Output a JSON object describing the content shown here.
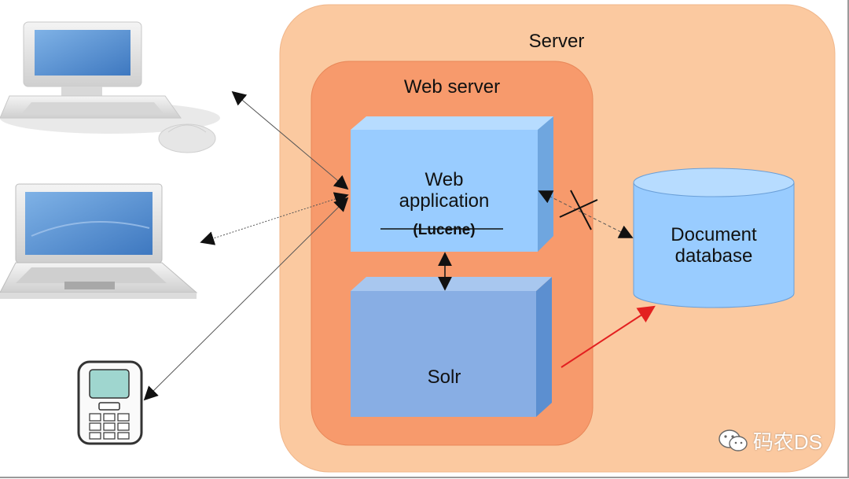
{
  "diagram": {
    "server_label": "Server",
    "web_server_label": "Web server",
    "web_app_line1": "Web",
    "web_app_line2": "application",
    "web_app_line3": "(Lucene)",
    "solr_label": "Solr",
    "document_db_line1": "Document",
    "document_db_line2": "database"
  },
  "watermark": {
    "text": "码农DS",
    "icon": "wechat-icon"
  },
  "colors": {
    "server_fill": "#FBC9A0",
    "web_server_fill": "#F79A6C",
    "web_app_fill": "#99CCFF",
    "solr_fill": "#88AEE4",
    "database_fill": "#99CCFF",
    "red_arrow": "#E32020"
  },
  "icons": [
    "desktop-computer-icon",
    "laptop-icon",
    "mobile-phone-icon"
  ]
}
